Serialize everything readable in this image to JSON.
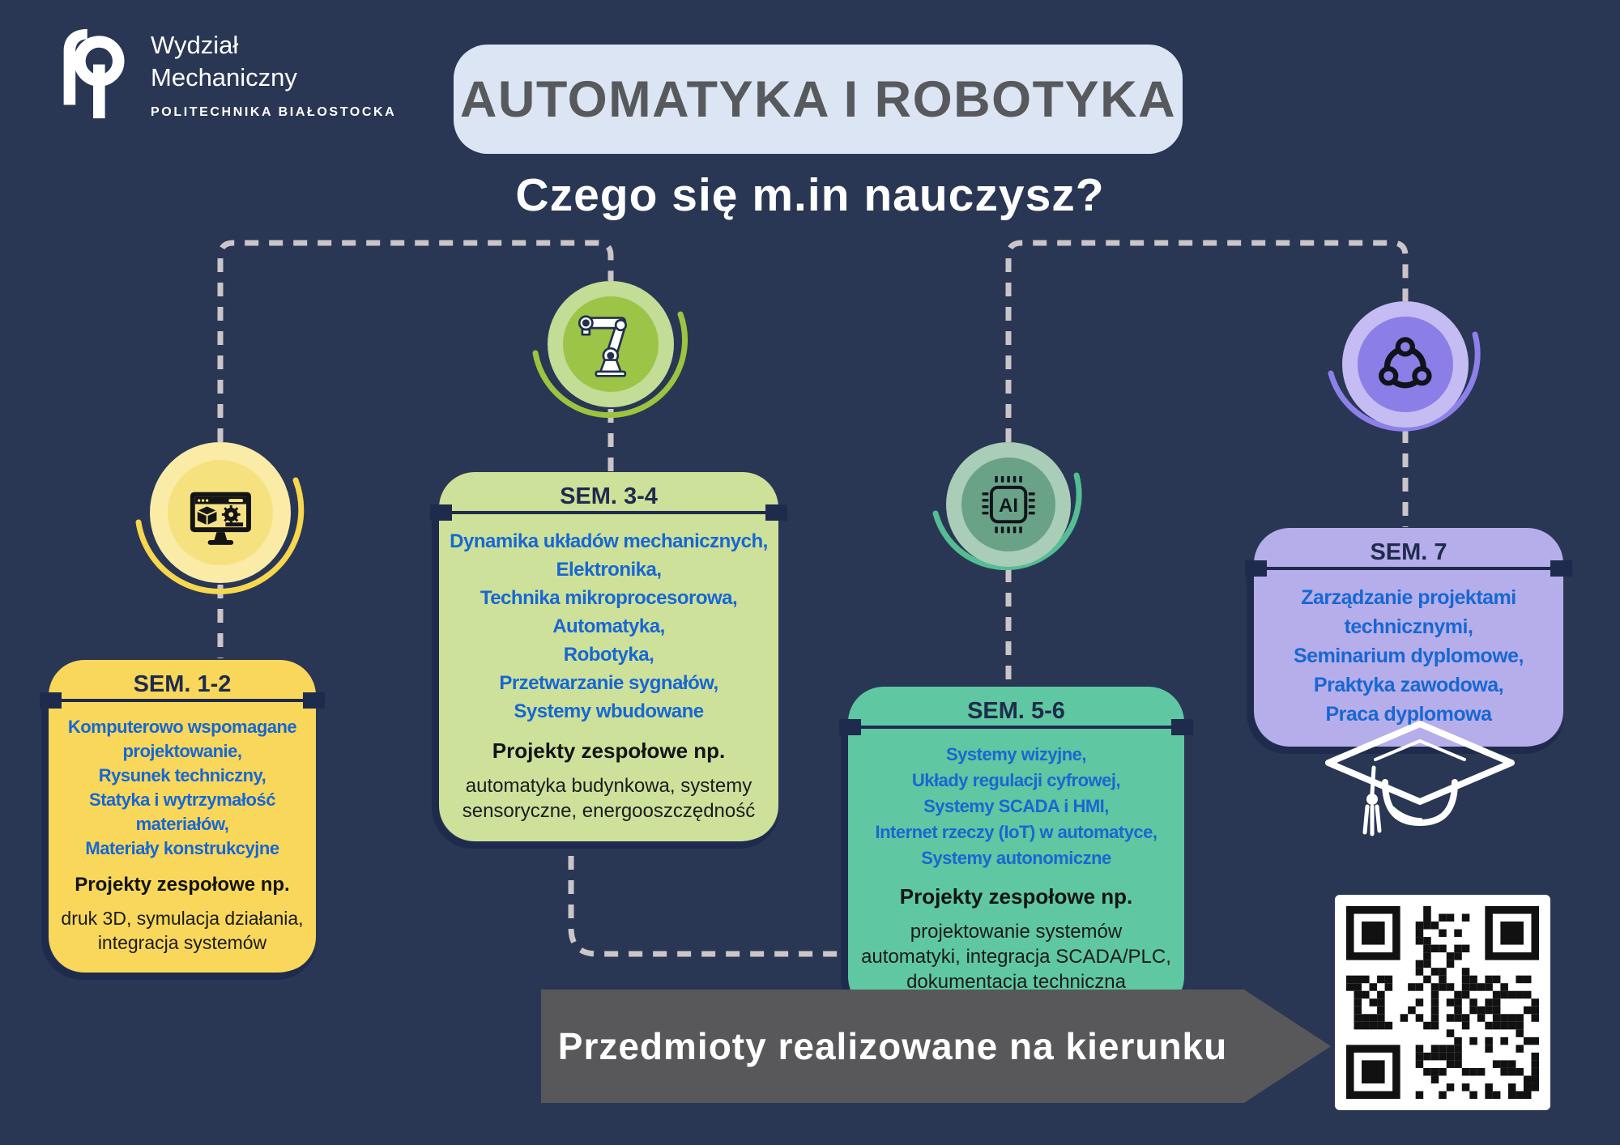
{
  "colors": {
    "background": "#293755",
    "navy_outline": "#1F2B4C",
    "subject_blue": "#1867D2",
    "title_box": "#DBE5F4",
    "title_text": "#57595D",
    "dashed_line": "#CCC5C8",
    "banner_gray": "#58585A",
    "card_yellow": "#F9D75B",
    "card_green": "#CDE19B",
    "card_teal": "#5FC7A1",
    "card_purple": "#B6AEEA"
  },
  "logo": {
    "faculty_line1": "Wydział",
    "faculty_line2": "Mechaniczny",
    "university": "POLITECHNIKA BIAŁOSTOCKA"
  },
  "header": {
    "title": "AUTOMATYKA I ROBOTYKA",
    "subtitle": "Czego się m.in nauczysz?"
  },
  "cards": [
    {
      "id": "sem-1-2",
      "header": "SEM. 1-2",
      "accent": "#F9D75B",
      "icon": "cad-computer-icon",
      "subjects": [
        "Komputerowo wspomagane projektowanie,",
        "Rysunek techniczny,",
        "Statyka i wytrzymałość materiałów,",
        "Materiały konstrukcyjne"
      ],
      "projects_label": "Projekty zespołowe np.",
      "projects": "druk 3D, symulacja działania, integracja systemów"
    },
    {
      "id": "sem-3-4",
      "header": "SEM. 3-4",
      "accent": "#CDE19B",
      "icon": "robot-arm-icon",
      "subjects": [
        "Dynamika układów mechanicznych,",
        "Elektronika,",
        "Technika mikroprocesorowa,",
        "Automatyka,",
        "Robotyka,",
        "Przetwarzanie sygnałów,",
        "Systemy wbudowane"
      ],
      "projects_label": "Projekty zespołowe np.",
      "projects": "automatyka budynkowa, systemy sensoryczne, energooszczędność"
    },
    {
      "id": "sem-5-6",
      "header": "SEM. 5-6",
      "accent": "#5FC7A1",
      "icon": "ai-chip-icon",
      "subjects": [
        "Systemy wizyjne,",
        "Układy regulacji cyfrowej,",
        "Systemy SCADA i HMI,",
        "Internet rzeczy (IoT) w automatyce,",
        "Systemy autonomiczne"
      ],
      "projects_label": "Projekty zespołowe np.",
      "projects": "projektowanie systemów automatyki, integracja SCADA/PLC, dokumentacja techniczna"
    },
    {
      "id": "sem-7",
      "header": "SEM. 7",
      "accent": "#B6AEEA",
      "icon": "share-network-icon",
      "subjects": [
        "Zarządzanie projektami technicznymi,",
        "Seminarium dyplomowe,",
        "Praktyka zawodowa,",
        "Praca dyplomowa"
      ]
    }
  ],
  "icons": {
    "ai_label": "AI"
  },
  "banner": {
    "label": "Przedmioty realizowane na kierunku"
  }
}
